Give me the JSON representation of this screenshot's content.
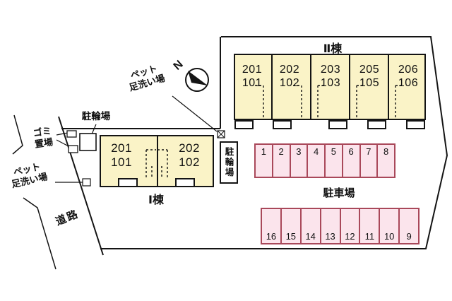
{
  "colors": {
    "building_fill": "#FAF3C7",
    "parking_fill": "#FBE4EC",
    "parking_border": "#A9485A",
    "line": "#141414"
  },
  "building2": {
    "name": "Ⅱ棟",
    "units": [
      {
        "upper": "201",
        "lower": "101"
      },
      {
        "upper": "202",
        "lower": "102"
      },
      {
        "upper": "203",
        "lower": "103"
      },
      {
        "upper": "205",
        "lower": "105"
      },
      {
        "upper": "206",
        "lower": "106"
      }
    ]
  },
  "building1": {
    "name": "Ⅰ棟",
    "units": [
      {
        "upper": "201",
        "lower": "101"
      },
      {
        "upper": "202",
        "lower": "102"
      }
    ]
  },
  "parking": {
    "label": "駐車場",
    "top_row": [
      "1",
      "2",
      "3",
      "4",
      "5",
      "6",
      "7",
      "8"
    ],
    "bottom_row": [
      "16",
      "15",
      "14",
      "13",
      "12",
      "11",
      "10",
      "9"
    ]
  },
  "labels": {
    "bicycle_top": "駐輪場",
    "bicycle_side": "駐輪場",
    "garbage_line1": "ゴミ",
    "garbage_line2": "置場",
    "pet_line1": "ペット",
    "pet_line2": "足洗い場",
    "road": "道路",
    "compass": "N"
  }
}
